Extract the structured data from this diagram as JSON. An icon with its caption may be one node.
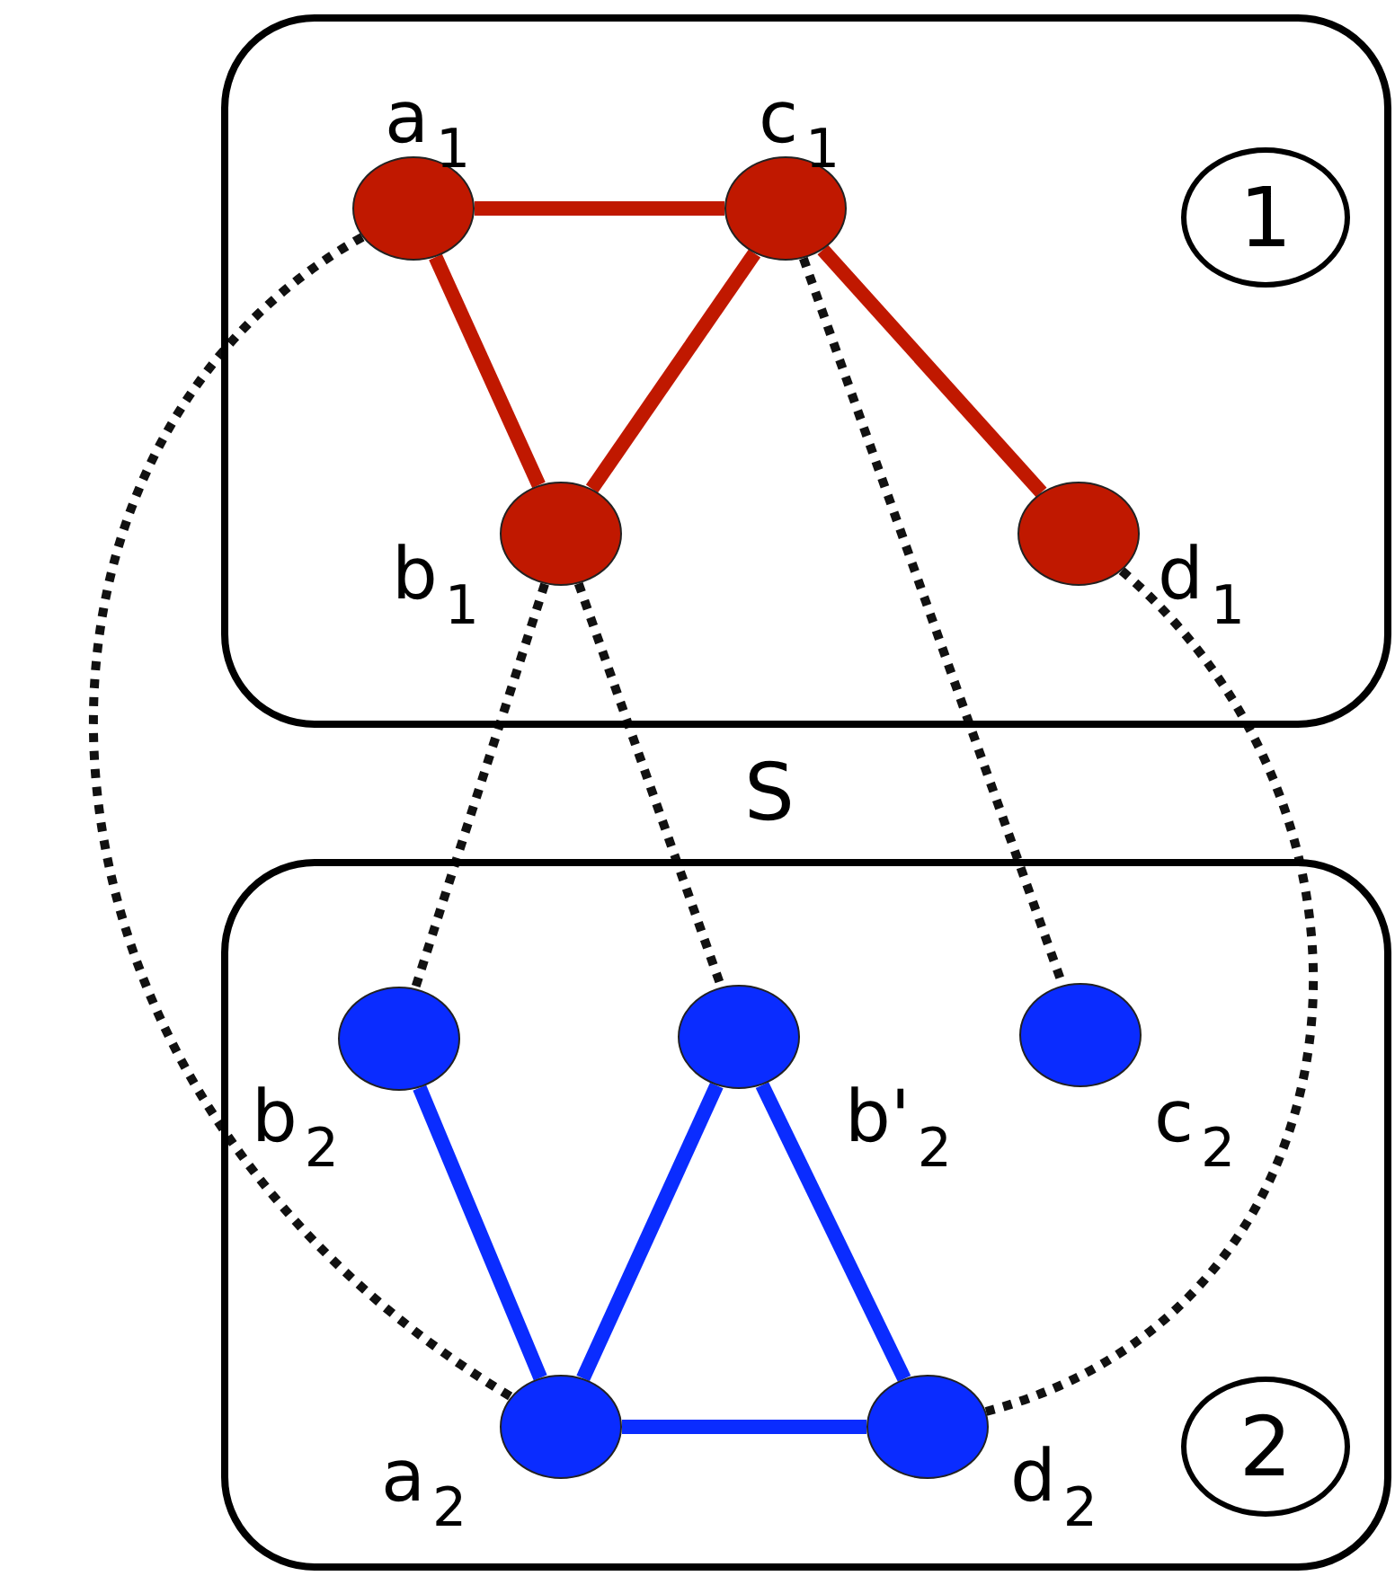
{
  "diagram": {
    "nodes": [
      {
        "text": [],
        "shape": "box"
      },
      {
        "text": [
          "1"
        ],
        "in": 0
      },
      {
        "text": [],
        "shape": "circle",
        "in": 0,
        "beside": [
          "a$_{1}$"
        ]
      },
      {
        "text": [],
        "shape": "circle",
        "in": 0,
        "beside": [
          "c$_{1}$"
        ]
      },
      {
        "text": [],
        "shape": "circle",
        "in": 0,
        "beside": [
          "b$_{1}$"
        ]
      },
      {
        "text": [],
        "shape": "circle",
        "in": 0,
        "beside": [
          "d$_{1}$"
        ]
      },
      {
        "text": [],
        "shape": "box"
      },
      {
        "text": [],
        "shape": "circle",
        "in": 6,
        "beside": [
          "b$_{2}$"
        ]
      },
      {
        "text": [],
        "shape": "circle",
        "in": 6,
        "beside": [
          "b'$_{2}$"
        ]
      },
      {
        "text": [],
        "shape": "circle",
        "in": 6,
        "beside": [
          "c$_{2}$"
        ]
      },
      {
        "text": [],
        "shape": "circle",
        "in": 6,
        "beside": [
          "a$_{2}$"
        ]
      },
      {
        "text": [],
        "shape": "circle",
        "in": 6,
        "beside": [
          "d$_{2}$"
        ]
      },
      {
        "text": [
          "2"
        ],
        "in": 6
      }
    ],
    "edges": [
      {
        "from": 2,
        "to": 3,
        "arrow": "none",
        "color": "#c01800"
      },
      {
        "from": 2,
        "to": 4,
        "arrow": "none",
        "color": "#c01800"
      },
      {
        "from": 3,
        "to": 4,
        "arrow": "none",
        "color": "#c01800"
      },
      {
        "from": 3,
        "to": 5,
        "arrow": "none",
        "color": "#c01800"
      },
      {
        "from": 7,
        "to": 10,
        "arrow": "none",
        "color": "#0a2cff"
      },
      {
        "from": 8,
        "to": 10,
        "arrow": "none",
        "color": "#0a2cff"
      },
      {
        "from": 8,
        "to": 11,
        "arrow": "none",
        "color": "#0a2cff"
      },
      {
        "from": 10,
        "to": 11,
        "arrow": "none",
        "color": "#0a2cff"
      },
      {
        "from": 2,
        "to": 10,
        "arrow": "none",
        "style": "dashed"
      },
      {
        "from": 4,
        "to": 7,
        "arrow": "none",
        "style": "dashed"
      },
      {
        "from": 4,
        "to": 8,
        "arrow": "none",
        "style": "dashed"
      },
      {
        "from": 3,
        "to": 9,
        "arrow": "none",
        "style": "dashed"
      },
      {
        "from": 5,
        "to": 11,
        "arrow": "none",
        "style": "dashed"
      }
    ],
    "labels": [
      "S"
    ]
  }
}
